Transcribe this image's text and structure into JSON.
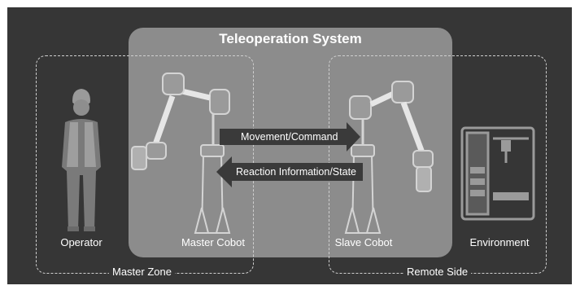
{
  "system_title": "Teleoperation System",
  "zones": {
    "master": "Master Zone",
    "remote": "Remote Side"
  },
  "nodes": {
    "operator": "Operator",
    "master_cobot": "Master Cobot",
    "slave_cobot": "Slave Cobot",
    "environment": "Environment"
  },
  "arrows": {
    "forward": "Movement/Command",
    "backward": "Reaction Information/State"
  },
  "colors": {
    "background": "#363636",
    "system_box": "#8c8c8c",
    "arrow": "#3a3a3a",
    "text": "#ffffff"
  },
  "icons": {
    "operator": "worker-icon",
    "cobot": "robot-arm-icon",
    "environment": "3d-printer-icon"
  }
}
